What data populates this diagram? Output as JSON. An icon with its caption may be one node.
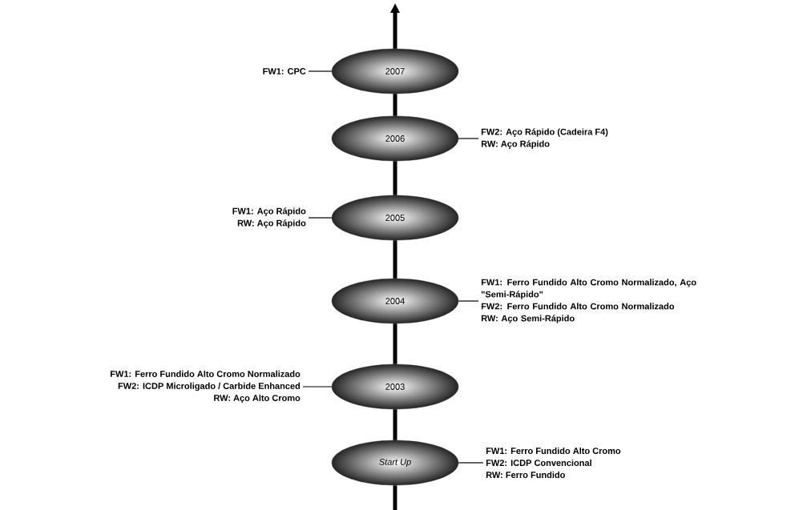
{
  "diagram": {
    "nodes": [
      {
        "text": [
          "FW1: CPC"
        ]
      },
      {
        "text": [
          "2007"
        ]
      },
      {
        "text": [
          "2006"
        ]
      },
      {
        "text": [
          "FW2: Aço Rápido (Cadeira F4)",
          "RW: Aço Rápido"
        ]
      },
      {
        "text": [
          "FW1: Aço Rápido",
          "RW: Aço Rápido"
        ]
      },
      {
        "text": [
          "2005"
        ]
      },
      {
        "text": [
          "2004"
        ]
      },
      {
        "text": [
          "FW1: Ferro Fundido Alto Cromo Normalizado, Aço \"Semi-Rápido\"",
          "FW2: Ferro Fundido Alto Cromo Normalizado",
          "RW: Aço Semi-Rápido"
        ]
      },
      {
        "text": [
          "FW1: Ferro Fundido Alto Cromo Normalizado",
          "FW2: ICDP Microligado / Carbide Enhanced",
          "RW: Aço Alto Cromo"
        ]
      },
      {
        "text": [
          "2003"
        ]
      },
      {
        "text": [
          "Start Up"
        ]
      },
      {
        "text": [
          "FW1: Ferro Fundido Alto Cromo",
          "FW2: ICDP Convencional",
          "RW: Ferro Fundido"
        ]
      }
    ],
    "edges": [
      {
        "from": 1,
        "to": null,
        "arrow": "to"
      },
      {
        "from": 2,
        "to": 1,
        "arrow": "none"
      },
      {
        "from": 5,
        "to": 2,
        "arrow": "none"
      },
      {
        "from": 6,
        "to": 5,
        "arrow": "none"
      },
      {
        "from": 9,
        "to": 6,
        "arrow": "none"
      },
      {
        "from": 10,
        "to": 9,
        "arrow": "none"
      },
      {
        "from": null,
        "to": 10,
        "arrow": "none"
      },
      {
        "from": 0,
        "to": 1,
        "arrow": "none"
      },
      {
        "from": 3,
        "to": 2,
        "arrow": "none"
      },
      {
        "from": 4,
        "to": 5,
        "arrow": "none"
      },
      {
        "from": 7,
        "to": 6,
        "arrow": "none"
      },
      {
        "from": 8,
        "to": 9,
        "arrow": "none"
      },
      {
        "from": 11,
        "to": 10,
        "arrow": "none"
      }
    ]
  }
}
